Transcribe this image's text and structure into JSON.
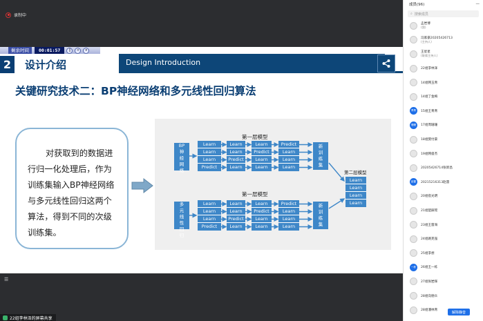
{
  "recording": {
    "label": "录制中"
  },
  "slide": {
    "timer_label": "剩余时间",
    "timer_value": "00:01:57",
    "section_number": "2",
    "section_title": "设计介绍",
    "banner_title": "Design Introduction",
    "heading": "关键研究技术二：BP神经网络和多元线性回归算法",
    "bubble_lines": [
      "对获取到的数据进",
      "行归一化处理后，作为",
      "训练集输入BP神经网络",
      "与多元线性回归这两个",
      "算法，得到不同的次级",
      "训练集。"
    ],
    "diagram": {
      "layer1_title": "第一层模型",
      "layer1_title_b": "第一层模型",
      "layer2_title": "第二层模型",
      "bp_label": "BP神经网络",
      "mlr_label": "多元线性回归",
      "new_set_label": "新训练集",
      "top_cols": [
        [
          "Learn",
          "Learn",
          "Learn",
          "Predict"
        ],
        [
          "Learn",
          "Learn",
          "Predict",
          "Learn"
        ],
        [
          "Learn",
          "Predict",
          "Learn",
          "Learn"
        ],
        [
          "Predict",
          "Learn",
          "Learn",
          "Learn"
        ]
      ],
      "bottom_cols": [
        [
          "Learn",
          "Learn",
          "Learn",
          "Predict"
        ],
        [
          "Learn",
          "Learn",
          "Predict",
          "Learn"
        ],
        [
          "Learn",
          "Predict",
          "Learn",
          "Learn"
        ],
        [
          "Predict",
          "Learn",
          "Learn",
          "Learn"
        ]
      ],
      "second_layer": [
        "Learn",
        "Learn",
        "Learn",
        "Learn"
      ]
    }
  },
  "members_panel": {
    "title": "成员(96)",
    "search_placeholder": "搜索成员",
    "mute_all": "解除静音",
    "members": [
      {
        "name": "孟岩博",
        "role": "(我)",
        "avatar": ""
      },
      {
        "name": "冯家豪20205426713",
        "role": "(主持人)",
        "avatar": ""
      },
      {
        "name": "王星星",
        "role": "(联席主持人)",
        "avatar": ""
      },
      {
        "name": "22组李林泽",
        "role": "",
        "avatar": ""
      },
      {
        "name": "14组韩玉青",
        "role": "",
        "avatar": ""
      },
      {
        "name": "14组丁金梅",
        "role": "",
        "avatar": ""
      },
      {
        "name": "15组王青青",
        "role": "",
        "avatar": "青青"
      },
      {
        "name": "17组周珊珊",
        "role": "",
        "avatar": "珊珊"
      },
      {
        "name": "18组樊付豪",
        "role": "",
        "avatar": ""
      },
      {
        "name": "19组韩俊杰",
        "role": "",
        "avatar": ""
      },
      {
        "name": "20205426714张新昌",
        "role": "",
        "avatar": ""
      },
      {
        "name": "20215216313赵雷",
        "role": "",
        "avatar": "赵雷"
      },
      {
        "name": "20组崔光明",
        "role": "",
        "avatar": ""
      },
      {
        "name": "21组楚辰瑶",
        "role": "",
        "avatar": ""
      },
      {
        "name": "23组王雷海",
        "role": "",
        "avatar": ""
      },
      {
        "name": "24组路克强",
        "role": "",
        "avatar": ""
      },
      {
        "name": "25组李想",
        "role": "",
        "avatar": ""
      },
      {
        "name": "26组王一栋",
        "role": "",
        "avatar": "一栋"
      },
      {
        "name": "27组张岩辉",
        "role": "",
        "avatar": ""
      },
      {
        "name": "28组向德众",
        "role": "",
        "avatar": ""
      },
      {
        "name": "28组潘林青",
        "role": "",
        "avatar": ""
      }
    ]
  },
  "share_status": {
    "label": "22组李林泽的屏幕共享"
  }
}
